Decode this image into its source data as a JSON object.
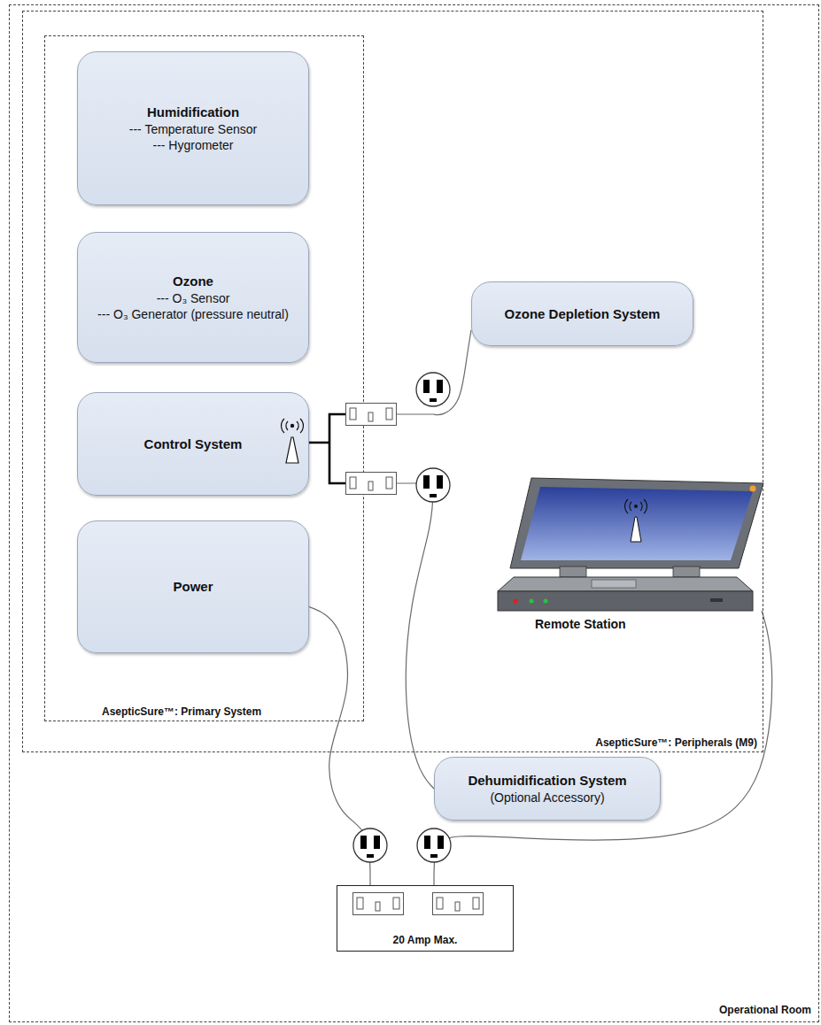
{
  "diagram": {
    "nodes": [
      {
        "text": [
          "Operational Room"
        ]
      },
      {
        "text": [
          "AsepticSure™: Peripherals (M9)"
        ],
        "in": 0
      },
      {
        "text": [
          "AsepticSure™: Primary System"
        ],
        "in": 1
      },
      {
        "text": [
          "Humidification",
          "--- Temperature Sensor",
          "--- Hygrometer"
        ],
        "in": 2
      },
      {
        "text": [
          "Ozone",
          "--- O₃ Sensor",
          "--- O₃ Generator (pressure neutral)"
        ],
        "in": 2
      },
      {
        "text": [
          "Control System"
        ],
        "in": 2
      },
      {
        "text": [
          "Power"
        ],
        "in": 2
      },
      {
        "text": [
          "Ozone Depletion System"
        ],
        "in": 1
      },
      {
        "text": [
          "Remote Station"
        ],
        "in": 1
      },
      {
        "text": [
          "Dehumidification System",
          "(Optional Accessory)"
        ],
        "in": 0
      },
      {
        "text": [
          "20 Amp Max."
        ],
        "in": 0
      }
    ],
    "edges": [
      {
        "from": 5,
        "to": 7,
        "arrow": "none"
      },
      {
        "from": 5,
        "to": 9,
        "arrow": "none"
      },
      {
        "from": 6,
        "to": 10,
        "arrow": "none"
      },
      {
        "from": 8,
        "to": 10,
        "arrow": "none"
      }
    ]
  }
}
